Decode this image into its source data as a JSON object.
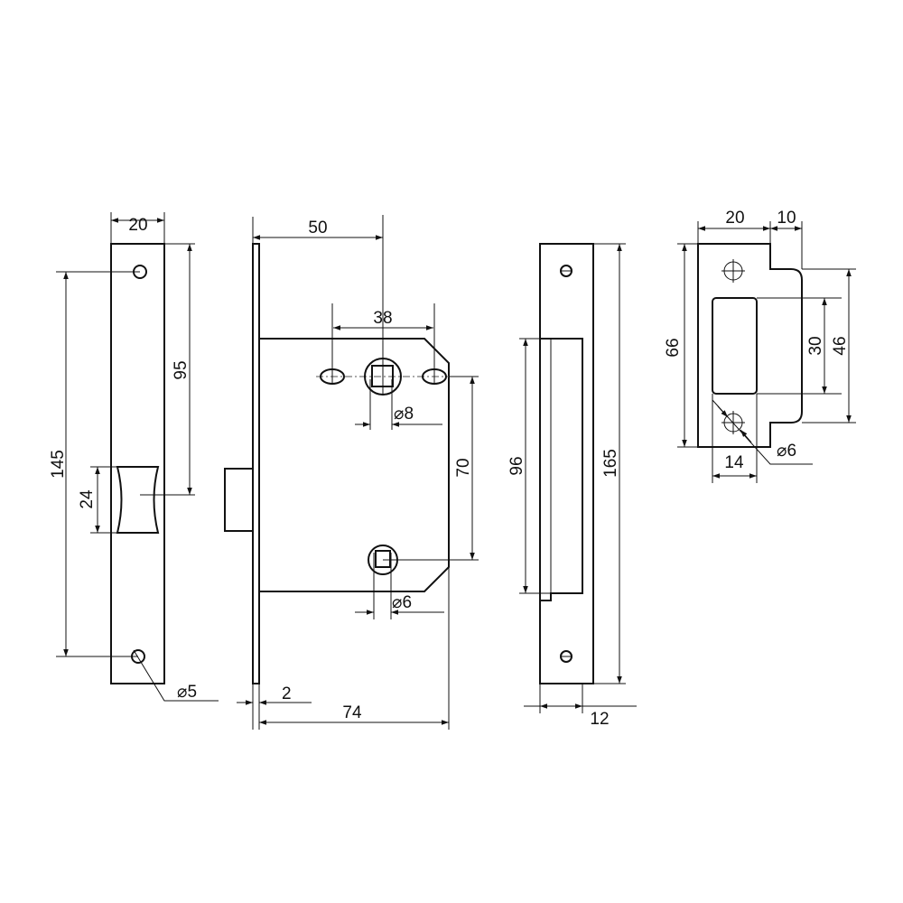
{
  "drawing": {
    "colors": {
      "line": "#111111",
      "background": "#ffffff"
    },
    "faceplate_view": {
      "width": "20",
      "height": "145",
      "latch_to_top": "95",
      "latch_height": "24",
      "hole_diameter": "⌀5"
    },
    "lock_body_view": {
      "backset": "50",
      "slot_spacing": "38",
      "follower_diameter": "⌀8",
      "center_distance": "70",
      "cylinder_diameter": "⌀6",
      "faceplate_thickness": "2",
      "body_depth": "74"
    },
    "strike_side_view": {
      "inner_height": "96",
      "height": "165",
      "depth": "12"
    },
    "strike_front_view": {
      "width": "20",
      "lip": "10",
      "height": "66",
      "opening_height": "30",
      "tongue_height": "46",
      "opening_width": "14",
      "hole_diameter": "⌀6"
    }
  }
}
